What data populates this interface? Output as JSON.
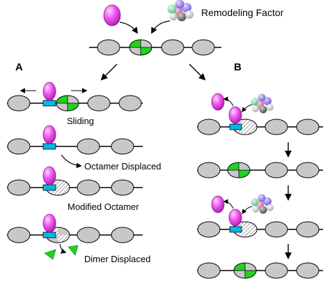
{
  "labels": {
    "remodeling_factor": "Remodeling Factor",
    "panel_a": "A",
    "panel_b": "B",
    "sliding": "Sliding",
    "octamer_displaced": "Octamer Displaced",
    "modified_octamer": "Modified Octamer",
    "dimer_displaced": "Dimer Displaced"
  },
  "colors": {
    "nucleosome": "#c8c8c8",
    "histone_green": "#1fd41f",
    "factor_pink": "#ee33ee",
    "binding_site_cyan": "#00b8e8",
    "complex_subunits": [
      "#9a7cf0",
      "#e07a95",
      "#7fd6a0",
      "#7a7a7a",
      "#cfcfcf"
    ]
  }
}
